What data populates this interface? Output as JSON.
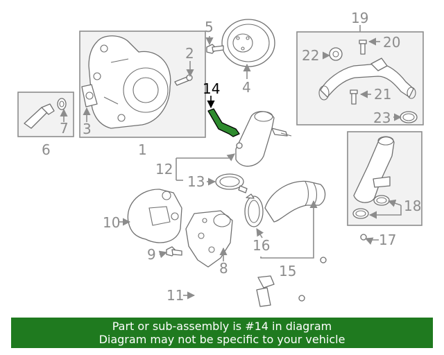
{
  "diagram": {
    "highlight_color": "#1f7a1f",
    "highlighted_callout": "14",
    "callouts": [
      "1",
      "2",
      "3",
      "4",
      "5",
      "6",
      "7",
      "8",
      "9",
      "10",
      "11",
      "12",
      "13",
      "14",
      "15",
      "16",
      "17",
      "18",
      "19",
      "20",
      "21",
      "22",
      "23"
    ]
  },
  "footer": {
    "line1": "Part or sub-assembly is #14 in diagram",
    "line2": "Diagram may not be specific to your vehicle",
    "background": "#1f7a1f"
  }
}
